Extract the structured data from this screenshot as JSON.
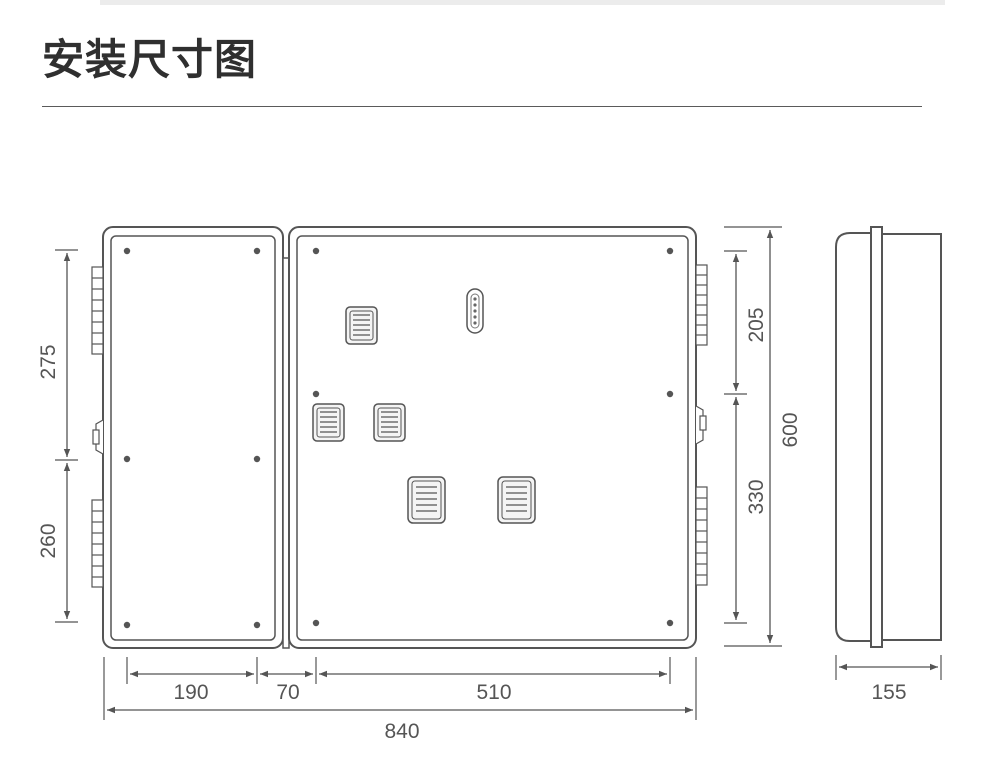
{
  "header": {
    "title": "安装尺寸图"
  },
  "dimensions": {
    "left_upper": "275",
    "left_lower": "260",
    "right_upper": "205",
    "right_lower": "330",
    "total_height": "600",
    "width_left": "190",
    "width_gap": "70",
    "width_right": "510",
    "total_width": "840",
    "depth": "155"
  },
  "colors": {
    "line": "#555555",
    "title": "#2f2f2f",
    "fill_light": "#f4f4f4"
  }
}
